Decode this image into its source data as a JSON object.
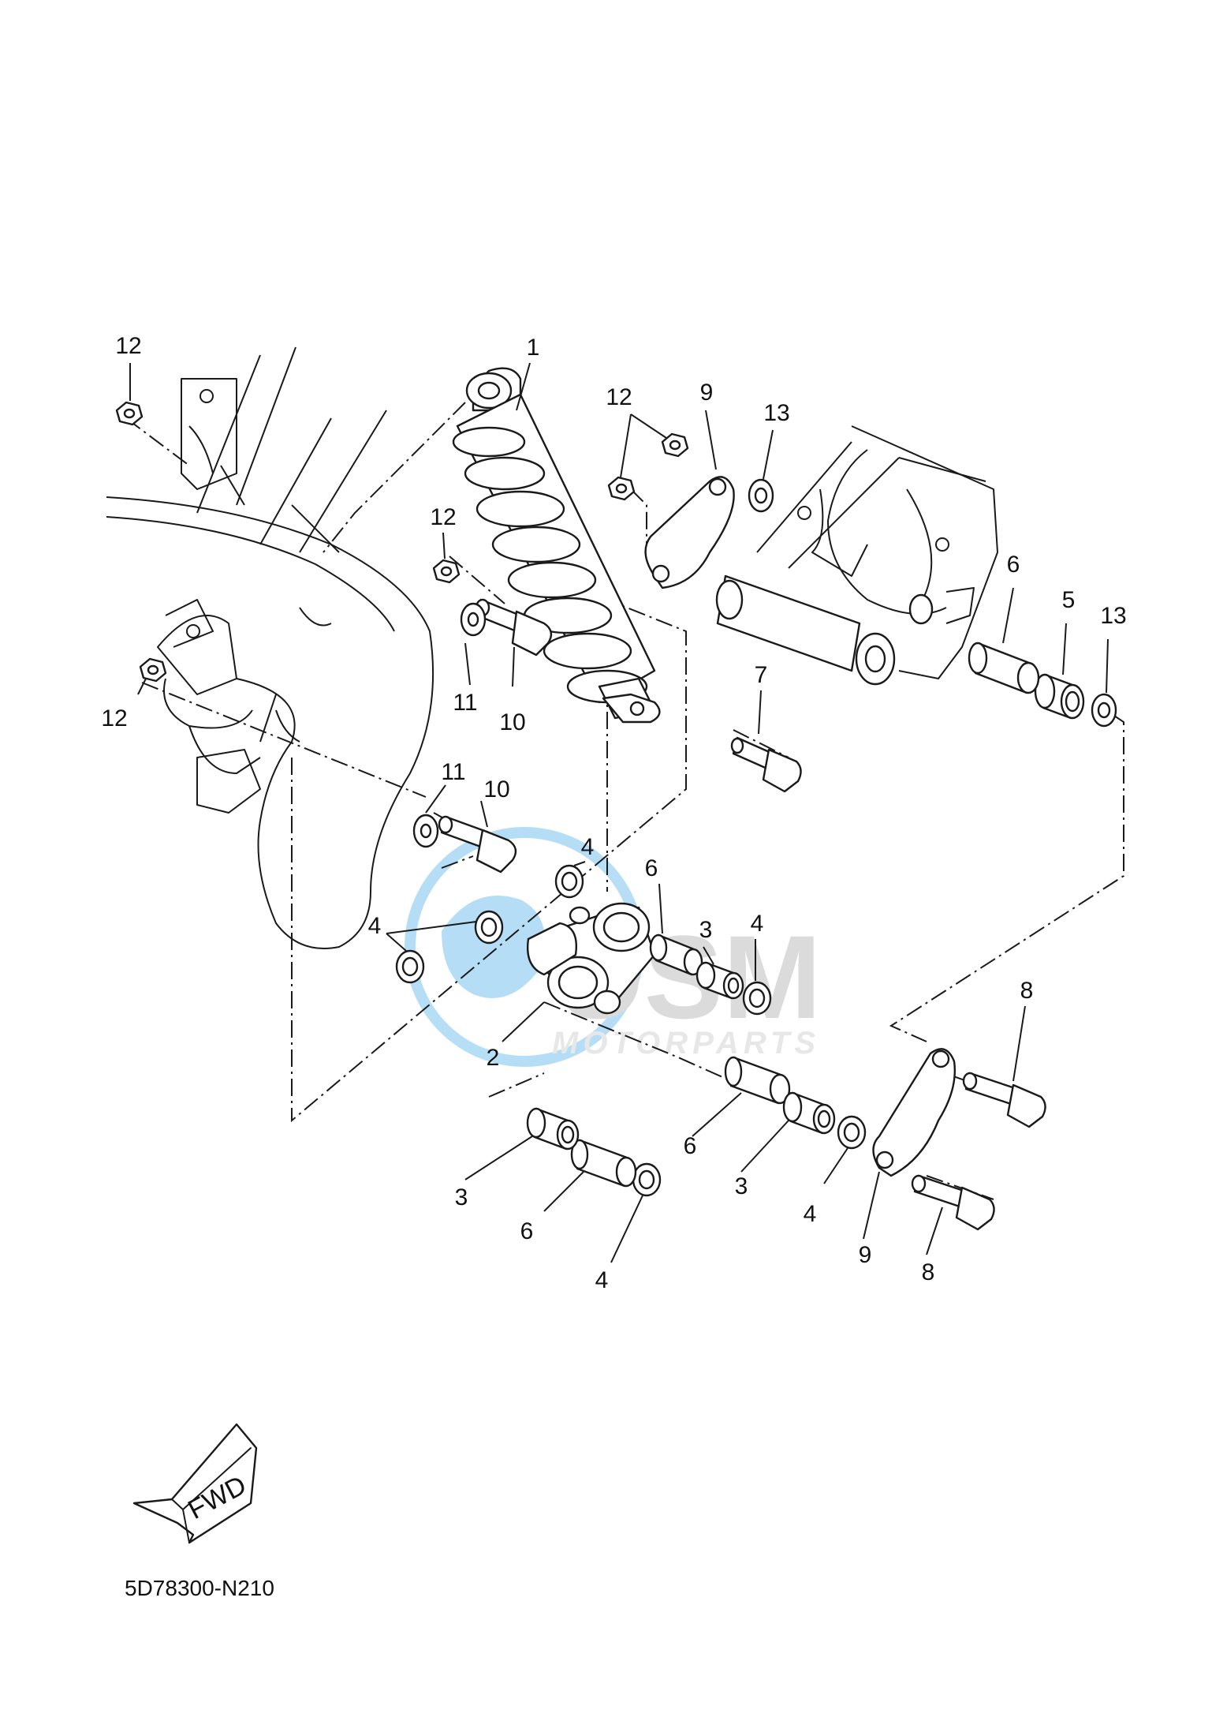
{
  "document_code": "5D78300-N210",
  "fwd_label": "FWD",
  "watermark": {
    "brand": "OSM",
    "tagline": "MOTORPARTS",
    "blue": "#2ea3e6",
    "gray": "#9a9a9a"
  },
  "callouts": {
    "c1": "1",
    "c2": "2",
    "c3a": "3",
    "c3b": "3",
    "c3c": "3",
    "c4a": "4",
    "c4b": "4",
    "c4c": "4",
    "c4d": "4",
    "c4e": "4",
    "c5": "5",
    "c6a": "6",
    "c6b": "6",
    "c6c": "6",
    "c6d": "6",
    "c7": "7",
    "c8a": "8",
    "c8b": "8",
    "c9a": "9",
    "c9b": "9",
    "c10a": "10",
    "c10b": "10",
    "c11a": "11",
    "c11b": "11",
    "c12a": "12",
    "c12b": "12",
    "c12c": "12",
    "c12d": "12",
    "c13a": "13",
    "c13b": "13"
  }
}
